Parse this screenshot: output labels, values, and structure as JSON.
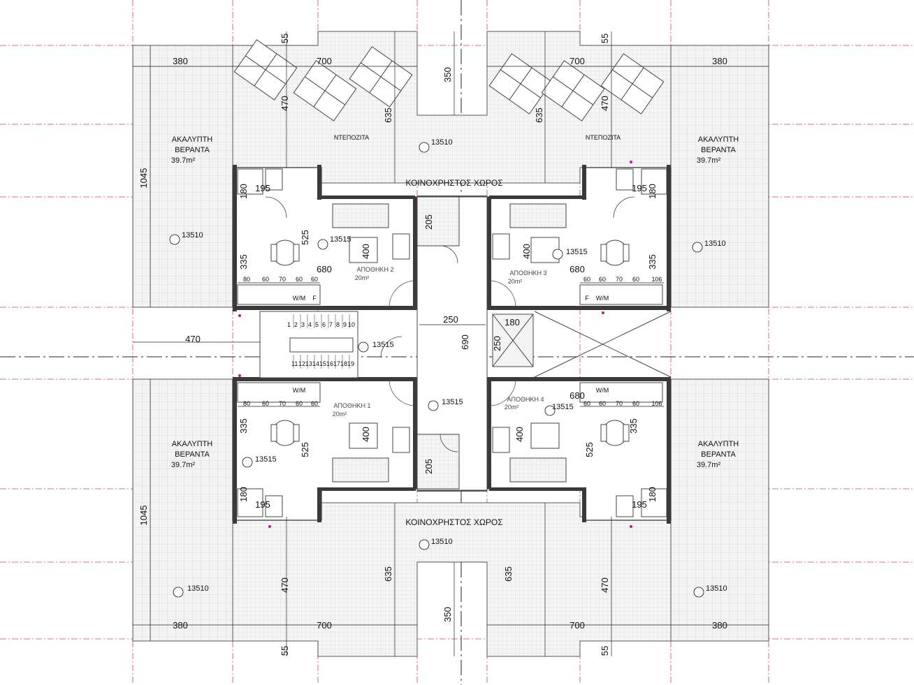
{
  "dims": {
    "d380": "380",
    "d700": "700",
    "d55": "55",
    "d350": "350",
    "d470": "470",
    "d635": "635",
    "d1045": "1045",
    "d195": "195",
    "d180": "180",
    "d205": "205",
    "d525": "525",
    "d335": "335",
    "d400": "400",
    "d680": "680",
    "d250": "250",
    "d690": "690",
    "d80": "80",
    "d60": "60",
    "d70": "70",
    "d106": "106"
  },
  "levels": {
    "l13510": "13510",
    "l13515": "13515"
  },
  "labels": {
    "veranda_line1": "ΑΚΑΛΥΠΤΗ",
    "veranda_line2": "ΒΕΡΑΝΤΑ",
    "veranda_area": "39.7m²",
    "common_space": "ΚΟΙΝΟΧΡΗΣΤΟΣ ΧΩΡΟΣ",
    "tank": "ΝΤΕΠΟΖΙΤΑ",
    "storage1": "ΑΠΟΘΗΚΗ 1",
    "storage2": "ΑΠΟΘΗΚΗ 2",
    "storage3": "ΑΠΟΘΗΚΗ 3",
    "storage4": "ΑΠΟΘΗΚΗ 4",
    "storage_area": "20m²",
    "wm": "W/M",
    "f": "F"
  },
  "stairs": {
    "upper": [
      "1",
      "2",
      "3",
      "4",
      "5",
      "6",
      "7",
      "8",
      "9",
      "10"
    ],
    "lower": [
      "11",
      "12",
      "13",
      "14",
      "15",
      "16",
      "17",
      "18",
      "19"
    ]
  },
  "colors": {
    "axis": "#e0347e",
    "wall": "#3a3a3a",
    "grid": "#bdbdbd",
    "fill": "#efefef"
  }
}
